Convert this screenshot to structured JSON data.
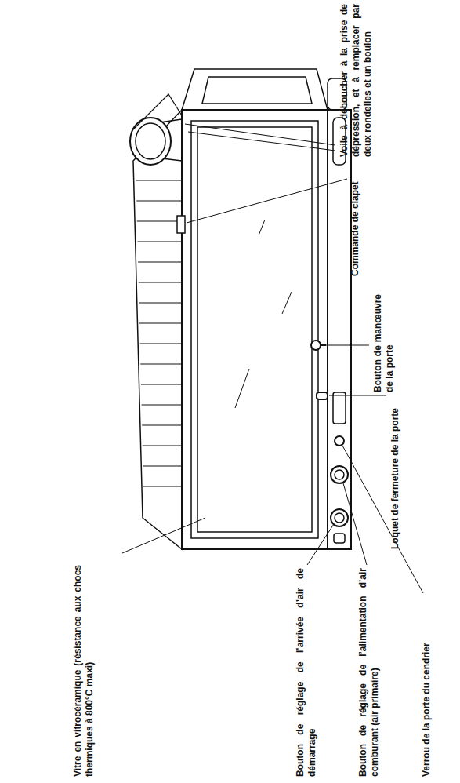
{
  "diagram": {
    "labels": [
      "Voile à déboucher à la prise de dépression, et à remplacer par deux rondelles et un boulon",
      "Commande de clapet",
      "Bouton de manœuvre de la porte",
      "Loquet de fermeture de la porte",
      "Vitre en vitrocéramique (résistance aux chocs thermiques à 800°C maxi)",
      "Bouton de réglage de l’arrivée d’air de démarrage",
      "Bouton de réglage de l’alimentation d’air comburant (air primaire)",
      "Verrou de la porte du cendrier"
    ]
  }
}
